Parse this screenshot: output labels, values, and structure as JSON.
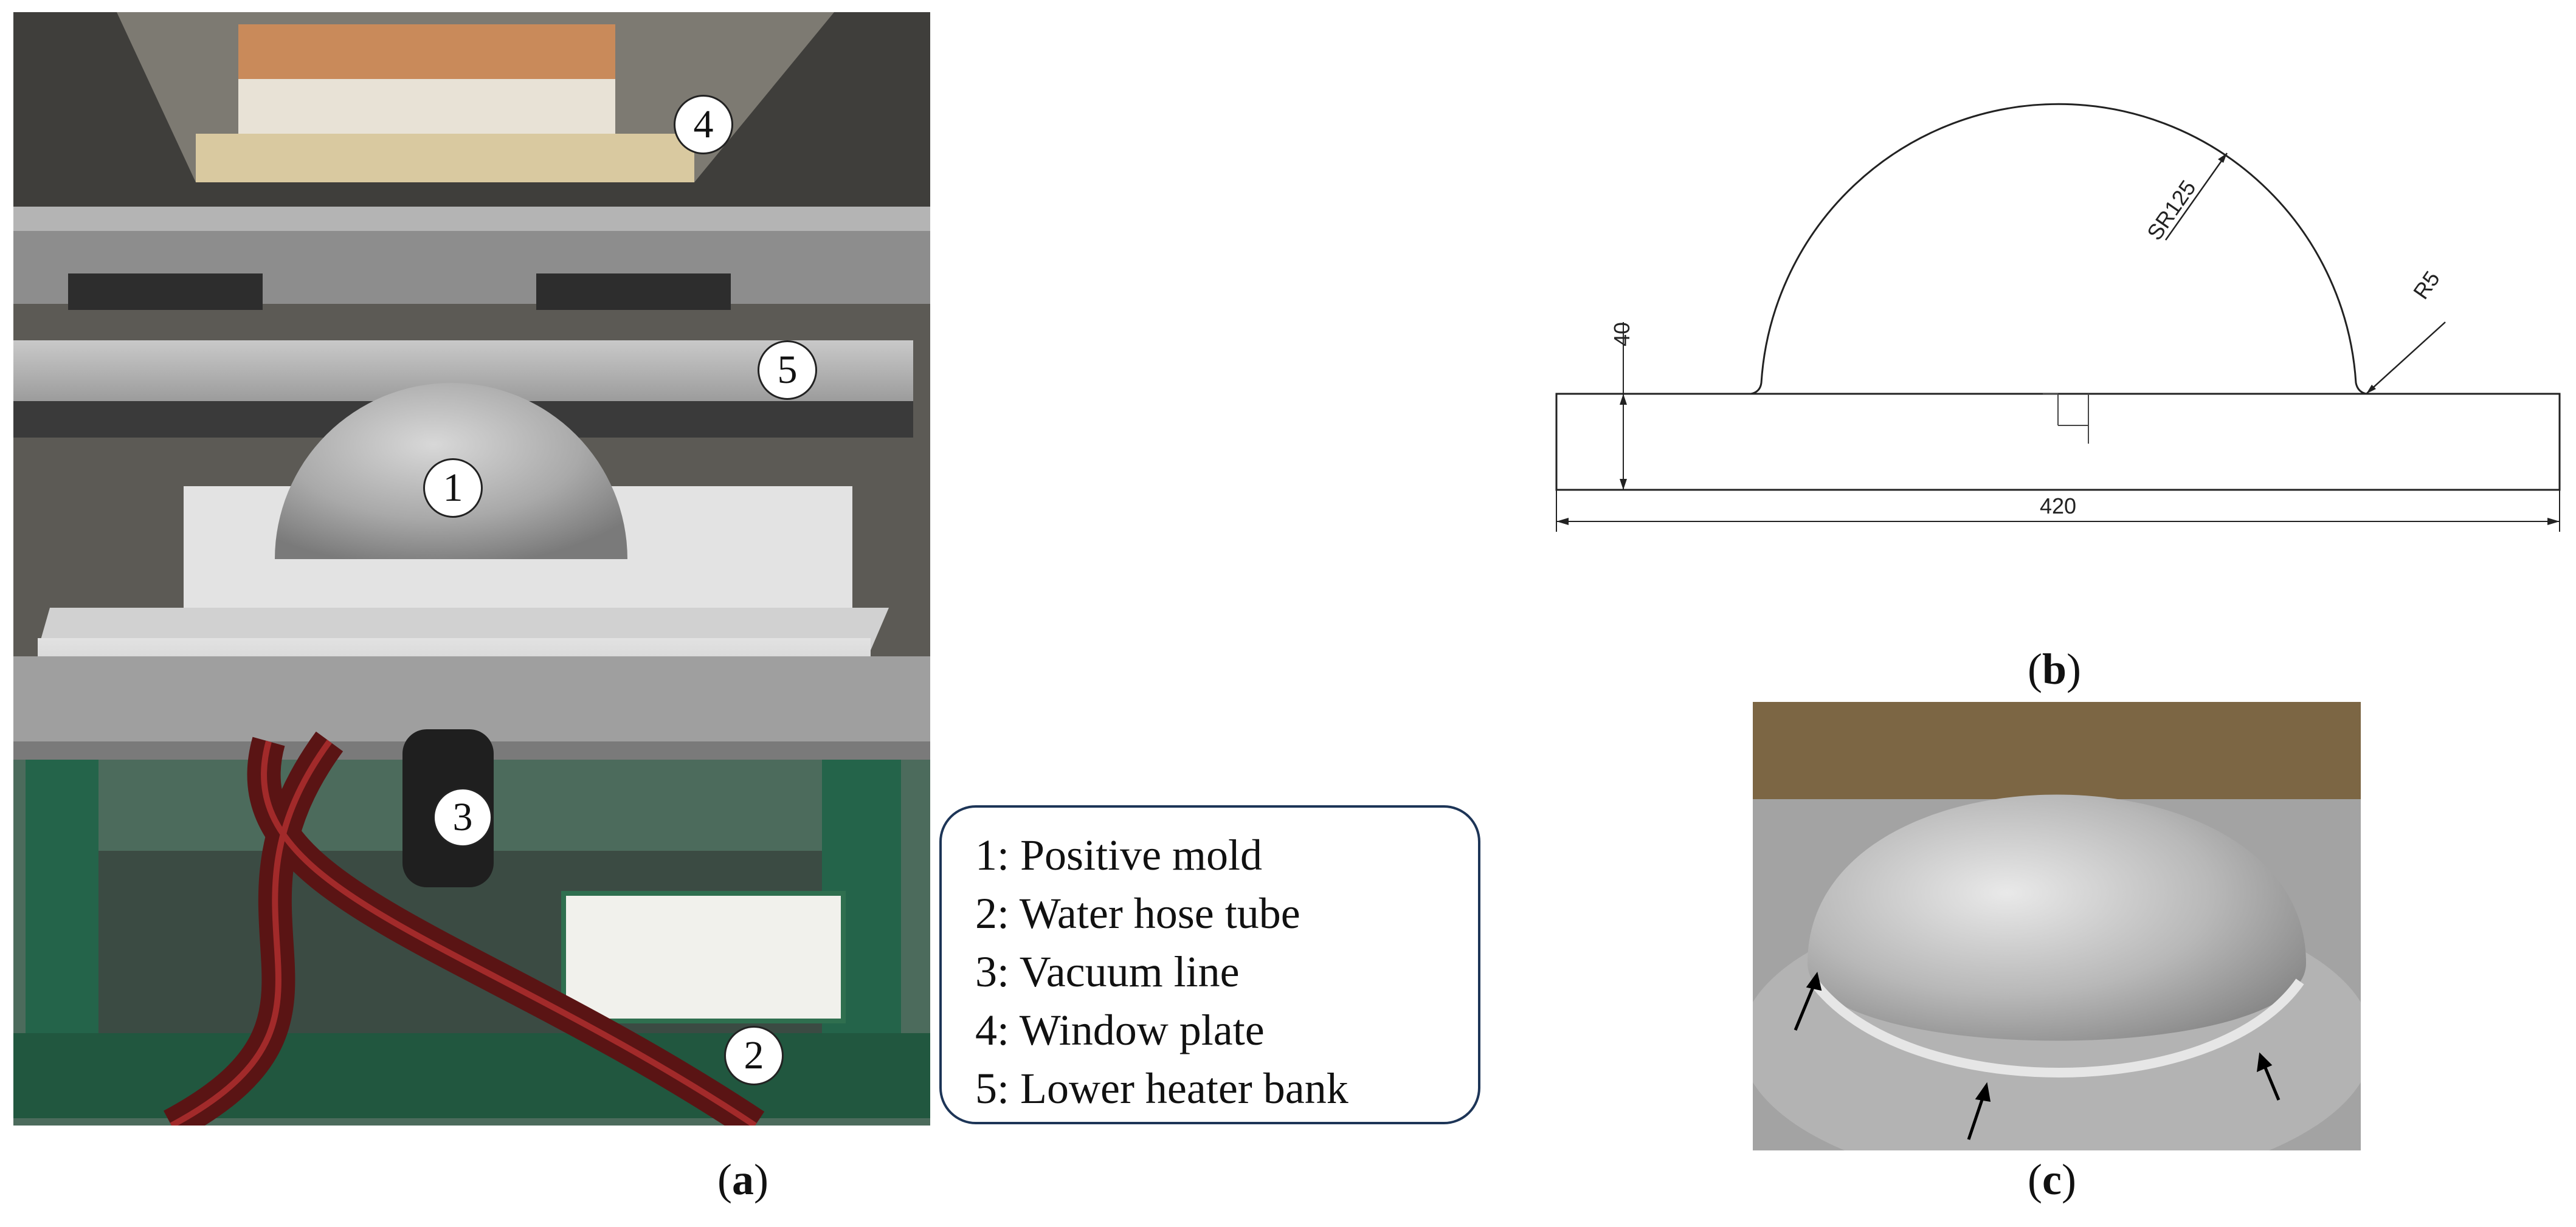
{
  "panel_a": {
    "caption_letter": "a",
    "markers": [
      "1",
      "2",
      "3",
      "4",
      "5"
    ]
  },
  "legend": {
    "items": [
      "1: Positive mold",
      "2: Water hose tube",
      "3: Vacuum line",
      "4: Window plate",
      "5: Lower heater bank"
    ]
  },
  "panel_b": {
    "caption_letter": "b",
    "dimensions": {
      "sphere_radius": "SR125",
      "fillet_radius": "R5",
      "base_height": "40",
      "base_width": "420"
    }
  },
  "panel_c": {
    "caption_letter": "c"
  }
}
